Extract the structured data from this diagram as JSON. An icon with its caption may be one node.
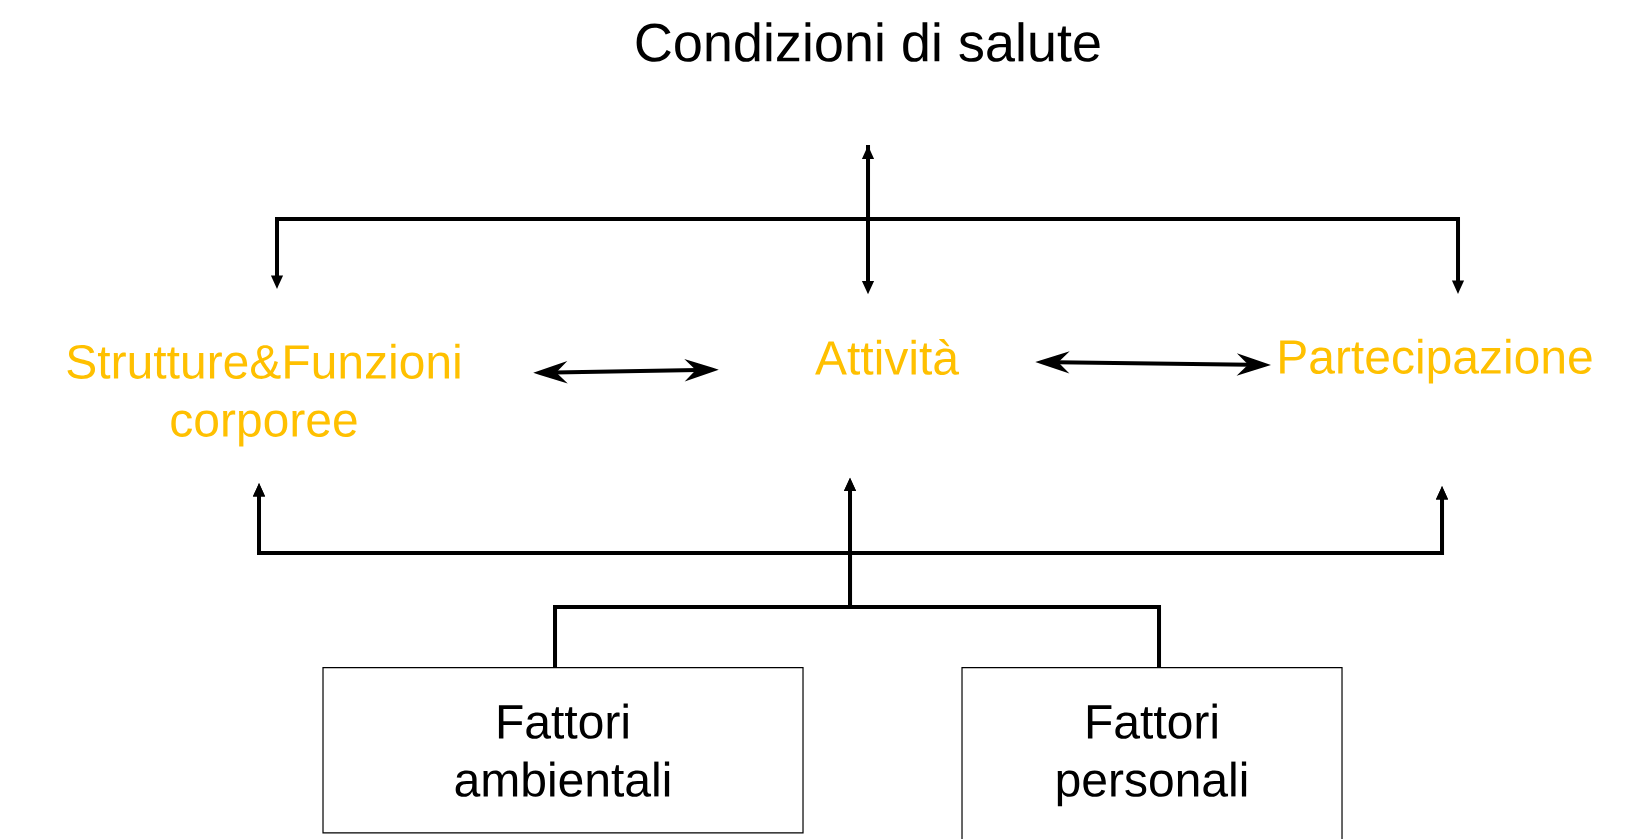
{
  "diagram": {
    "nodes": [
      {
        "text": [
          "Condizioni di salute"
        ]
      },
      {
        "text": [
          "Strutture&Funzioni corporee"
        ]
      },
      {
        "text": [
          "Attività"
        ]
      },
      {
        "text": [
          "Partecipazione"
        ]
      },
      {
        "text": [
          "Fattori ambientali"
        ]
      },
      {
        "text": [
          "Fattori personali"
        ]
      }
    ],
    "edges": [
      {
        "from": 0,
        "to": 1,
        "arrow": "to"
      },
      {
        "from": 0,
        "to": 2,
        "arrow": "both"
      },
      {
        "from": 0,
        "to": 3,
        "arrow": "to"
      },
      {
        "from": 1,
        "to": 2,
        "arrow": "both"
      },
      {
        "from": 2,
        "to": 3,
        "arrow": "both"
      },
      {
        "from": 4,
        "to": 1,
        "arrow": "to"
      },
      {
        "from": 4,
        "to": 2,
        "arrow": "to"
      },
      {
        "from": 4,
        "to": 3,
        "arrow": "to"
      },
      {
        "from": 5,
        "to": 1,
        "arrow": "to"
      },
      {
        "from": 5,
        "to": 2,
        "arrow": "to"
      },
      {
        "from": 5,
        "to": 3,
        "arrow": "to"
      }
    ]
  }
}
